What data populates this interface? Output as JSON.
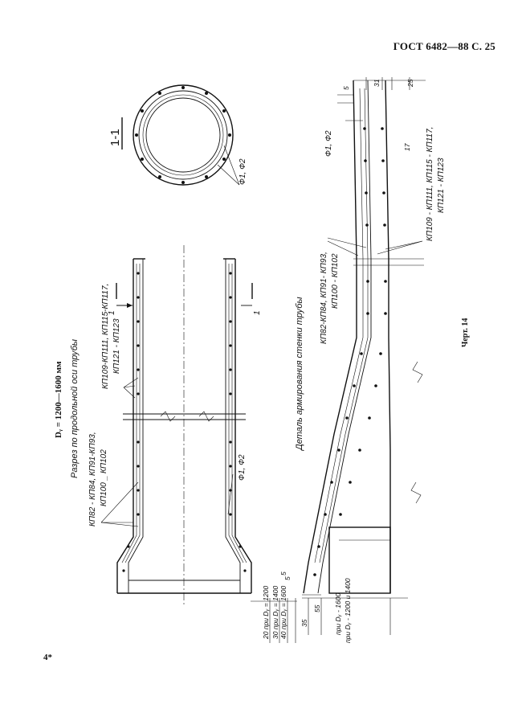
{
  "header": {
    "title": "ГОСТ 6482—88 С. 25"
  },
  "page_mark": "4*",
  "title": {
    "dy": "Dᵧ = 1200—1600 мм"
  },
  "captions": {
    "section_longitudinal": "Разрез по продольной оси трубы",
    "wall_detail": "Деталь армирования стенки трубы",
    "figure": "Черт. 14"
  },
  "section_mark": "1-1",
  "marks": {
    "cut_left": "1",
    "cut_right": "1"
  },
  "labels": {
    "kp_left_a": "КП82 - КП84, КП91-КП93,",
    "kp_left_b": "КП100 _ КП102",
    "kp_top_a": "КП109-КП111, КП115-КП117,",
    "kp_top_b": "КП121 - КП123",
    "phi_long": "Ф1, Ф2",
    "phi_ring": "Ф1, Ф2",
    "phi_detail": "Ф1, Ф2",
    "kp_detail_left_a": "КП82-КП84, КП91- КП93,",
    "kp_detail_left_b": "КП100 - КП102",
    "kp_detail_right_a": "КП109 - КП111, КП115 - КП117,",
    "kp_detail_right_b": "КП121 - КП123"
  },
  "dimensions": {
    "d5_left": "5",
    "d20_1200": "20 при Dᵧ = 1200",
    "d30_1400": "30 при Dᵧ = 1400",
    "d40_1600": "40 при Dᵧ = 1600",
    "d5_right": "5",
    "d35": "35",
    "d55": "55",
    "d_1200_1400": "при Dᵧ - 1200 и 1400",
    "d_1600": "при Dᵧ - 1600",
    "d5_top": "5",
    "d31": "31",
    "d25": "25",
    "d17": "17"
  }
}
